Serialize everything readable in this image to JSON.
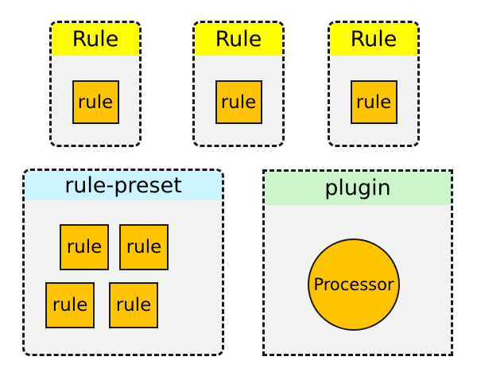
{
  "colors": {
    "canvas-bg": "#ffffff",
    "box-bg": "#f2f2f2",
    "border": "#1a1a1a",
    "header-yellow": "#ffff00",
    "header-cyan": "#ccf5ff",
    "header-green": "#ccf5cc",
    "node-orange": "#ffc400"
  },
  "rule_boxes": [
    {
      "title": "Rule",
      "item": "rule"
    },
    {
      "title": "Rule",
      "item": "rule"
    },
    {
      "title": "Rule",
      "item": "rule"
    }
  ],
  "preset_box": {
    "title": "rule-preset",
    "items": [
      "rule",
      "rule",
      "rule",
      "rule"
    ]
  },
  "plugin_box": {
    "title": "plugin",
    "node": "Processor"
  }
}
